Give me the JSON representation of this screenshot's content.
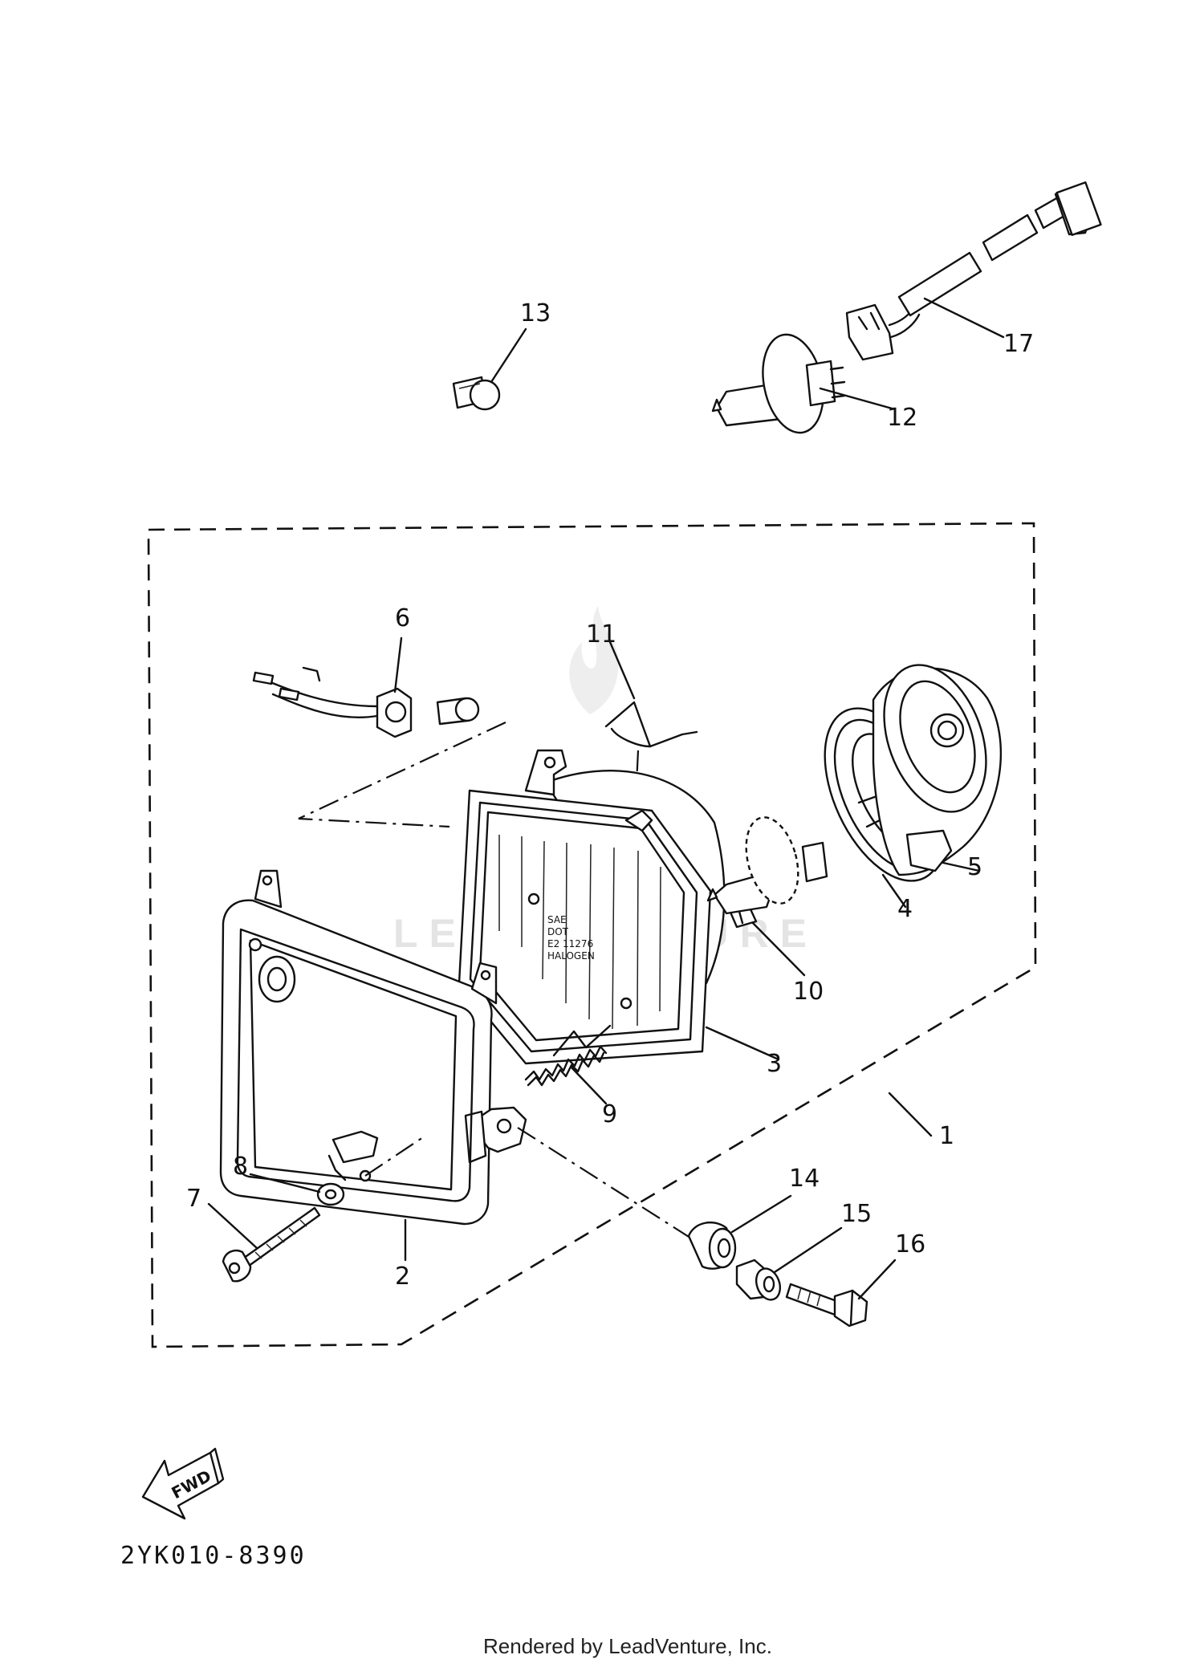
{
  "diagram": {
    "part_labels": [
      {
        "id": "1",
        "text": "1"
      },
      {
        "id": "2",
        "text": "2"
      },
      {
        "id": "3",
        "text": "3"
      },
      {
        "id": "4",
        "text": "4"
      },
      {
        "id": "5",
        "text": "5"
      },
      {
        "id": "6",
        "text": "6"
      },
      {
        "id": "7",
        "text": "7"
      },
      {
        "id": "8",
        "text": "8"
      },
      {
        "id": "9",
        "text": "9"
      },
      {
        "id": "10",
        "text": "10"
      },
      {
        "id": "11",
        "text": "11"
      },
      {
        "id": "12",
        "text": "12"
      },
      {
        "id": "13",
        "text": "13"
      },
      {
        "id": "14",
        "text": "14"
      },
      {
        "id": "15",
        "text": "15"
      },
      {
        "id": "16",
        "text": "16"
      },
      {
        "id": "17",
        "text": "17"
      }
    ],
    "fwd_label": "FWD",
    "diagram_code": "2YK010-8390",
    "watermark": "LEADVENTURE",
    "lens_markings": [
      "HALOGEN",
      "E2 11276",
      "DOT",
      "SAE"
    ],
    "footer": "Rendered by LeadVenture, Inc."
  }
}
